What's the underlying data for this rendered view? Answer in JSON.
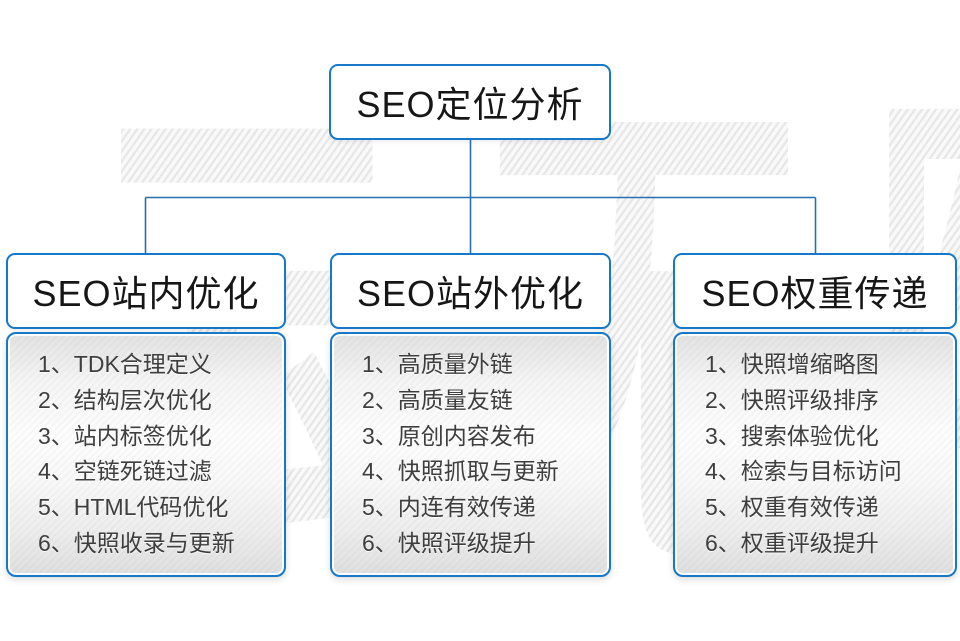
{
  "watermark": {
    "text": "云无限"
  },
  "root": {
    "title": "SEO定位分析"
  },
  "columns": [
    {
      "title": "SEO站内优化",
      "items": [
        "1、TDK合理定义",
        "2、结构层次优化",
        "3、站内标签优化",
        "4、空链死链过滤",
        "5、HTML代码优化",
        "6、快照收录与更新"
      ]
    },
    {
      "title": "SEO站外优化",
      "items": [
        "1、高质量外链",
        "2、高质量友链",
        "3、原创内容发布",
        "4、快照抓取与更新",
        "5、内连有效传递",
        "6、快照评级提升"
      ]
    },
    {
      "title": "SEO权重传递",
      "items": [
        "1、快照增缩略图",
        "2、快照评级排序",
        "3、搜索体验优化",
        "4、检索与目标访问",
        "5、权重有效传递",
        "6、权重评级提升"
      ]
    }
  ],
  "colors": {
    "box_border": "#1578c8",
    "connector": "#2470b3",
    "title_text": "#161616",
    "item_text": "#3e3e3e",
    "panel_gray_top": "#e2e2e2",
    "panel_white_mid": "#fdfdfd",
    "watermark_gray": "#e7e7e7",
    "background": "#ffffff"
  }
}
